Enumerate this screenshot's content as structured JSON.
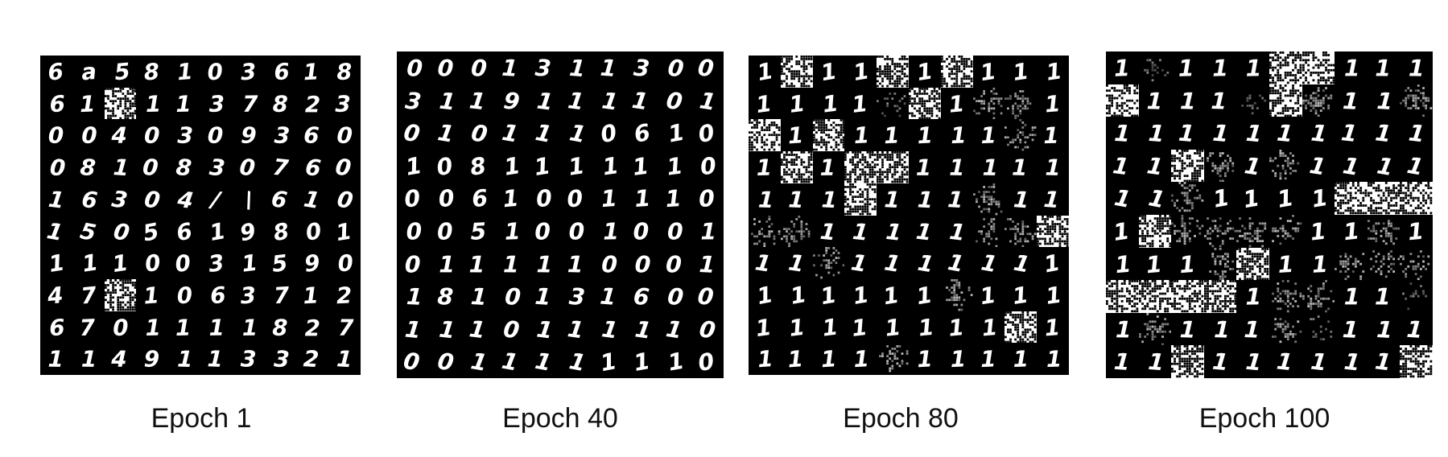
{
  "panels": [
    {
      "label": "Epoch 1",
      "cells": [
        "6",
        "a",
        "5",
        "8",
        "1",
        "0",
        "3",
        "6",
        "1",
        "8",
        "6",
        "1",
        "*noise",
        "1",
        "1",
        "3",
        "7",
        "8",
        "2",
        "3",
        "0",
        "0",
        "4",
        "0",
        "3",
        "0",
        "9",
        "3",
        "6",
        "0",
        "0",
        "8",
        "1",
        "0",
        "8",
        "3",
        "0",
        "7",
        "6",
        "0",
        "1",
        "6",
        "3",
        "0",
        "4",
        "/",
        "\\",
        "6",
        "1",
        "0",
        "1",
        "5",
        "0",
        "5",
        "6",
        "1",
        "9",
        "8",
        "0",
        "1",
        "1",
        "1",
        "1",
        "0",
        "0",
        "3",
        "1",
        "5",
        "9",
        "0",
        "4",
        "7",
        "*noise",
        "1",
        "0",
        "6",
        "3",
        "7",
        "1",
        "2",
        "6",
        "7",
        "0",
        "1",
        "1",
        "1",
        "1",
        "8",
        "2",
        "7",
        "1",
        "1",
        "4",
        "9",
        "1",
        "1",
        "3",
        "3",
        "2",
        "1"
      ]
    },
    {
      "label": "Epoch 40",
      "cells": [
        "0",
        "0",
        "0",
        "1",
        "3",
        "1",
        "1",
        "3",
        "0",
        "0",
        "3",
        "1",
        "1",
        "9",
        "1",
        "1",
        "1",
        "1",
        "0",
        "1",
        "0",
        "1",
        "0",
        "1",
        "1",
        "1",
        "0",
        "6",
        "1",
        "0",
        "1",
        "0",
        "8",
        "1",
        "1",
        "1",
        "1",
        "1",
        "1",
        "0",
        "0",
        "0",
        "6",
        "1",
        "0",
        "0",
        "1",
        "1",
        "1",
        "0",
        "0",
        "0",
        "5",
        "1",
        "0",
        "0",
        "1",
        "0",
        "0",
        "1",
        "0",
        "1",
        "1",
        "1",
        "1",
        "1",
        "0",
        "0",
        "0",
        "1",
        "1",
        "8",
        "1",
        "0",
        "1",
        "3",
        "1",
        "6",
        "0",
        "0",
        "1",
        "1",
        "1",
        "0",
        "1",
        "1",
        "1",
        "1",
        "1",
        "0",
        "0",
        "0",
        "1",
        "1",
        "1",
        "1",
        "1",
        "1",
        "1",
        "0"
      ]
    },
    {
      "label": "Epoch 80",
      "cells": [
        "1",
        "*noise",
        "1",
        "1",
        "*noise",
        "1",
        "*noise",
        "1",
        "1",
        "1",
        "1",
        "1",
        "1",
        "1",
        "*faint",
        "*noise",
        "1",
        "*dim",
        "*dim",
        "1",
        "*noise",
        "1",
        "*noise",
        "1",
        "1",
        "1",
        "1",
        "1",
        "*dim",
        "1",
        "1",
        "*noise",
        "1",
        "*noise",
        "*noise",
        "1",
        "1",
        "1",
        "1",
        "1",
        "1",
        "1",
        "1",
        "*noise",
        "1",
        "1",
        "1",
        "*dim",
        "1",
        "1",
        "*dim",
        "*dim",
        "1",
        "1",
        "1",
        "1",
        "1",
        "*dim",
        "*dim",
        "*noise",
        "1",
        "1",
        "*dim",
        "1",
        "1",
        "1",
        "1",
        "1",
        "1",
        "1",
        "1",
        "1",
        "1",
        "1",
        "1",
        "1",
        "*dim",
        "1",
        "1",
        "1",
        "1",
        "1",
        "1",
        "1",
        "1",
        "1",
        "1",
        "1",
        "*noise",
        "1",
        "1",
        "1",
        "1",
        "1",
        "*dim",
        "1",
        "1",
        "1",
        "1",
        "1"
      ]
    },
    {
      "label": "Epoch 100",
      "cells": [
        "1",
        "*faint",
        "1",
        "1",
        "1",
        "*noise",
        "*noise",
        "1",
        "1",
        "1",
        "*noise",
        "1",
        "1",
        "1",
        "*faint",
        "*noise",
        "*dim",
        "1",
        "1",
        "*dim",
        "1",
        "1",
        "1",
        "1",
        "1",
        "1",
        "1",
        "1",
        "1",
        "1",
        "1",
        "1",
        "*noise",
        "*dim",
        "1",
        "*dim",
        "1",
        "1",
        "1",
        "1",
        "1",
        "1",
        "*dim",
        "1",
        "1",
        "1",
        "1",
        "*noise",
        "*noise",
        "*noise",
        "1",
        "*noise",
        "*dim",
        "*dim",
        "*dim",
        "*dim",
        "1",
        "1",
        "*dim",
        "1",
        "1",
        "1",
        "1",
        "*dim",
        "*noise",
        "1",
        "1",
        "*dim",
        "*dim",
        "*dim",
        "*noise",
        "*noise",
        "*noise",
        "*noise",
        "1",
        "*dim",
        "*dim",
        "1",
        "1",
        "*faint",
        "1",
        "*dim",
        "1",
        "1",
        "1",
        "*dim",
        "*faint",
        "1",
        "1",
        "1",
        "1",
        "1",
        "*noise",
        "1",
        "1",
        "1",
        "1",
        "1",
        "1",
        "*noise"
      ]
    }
  ]
}
